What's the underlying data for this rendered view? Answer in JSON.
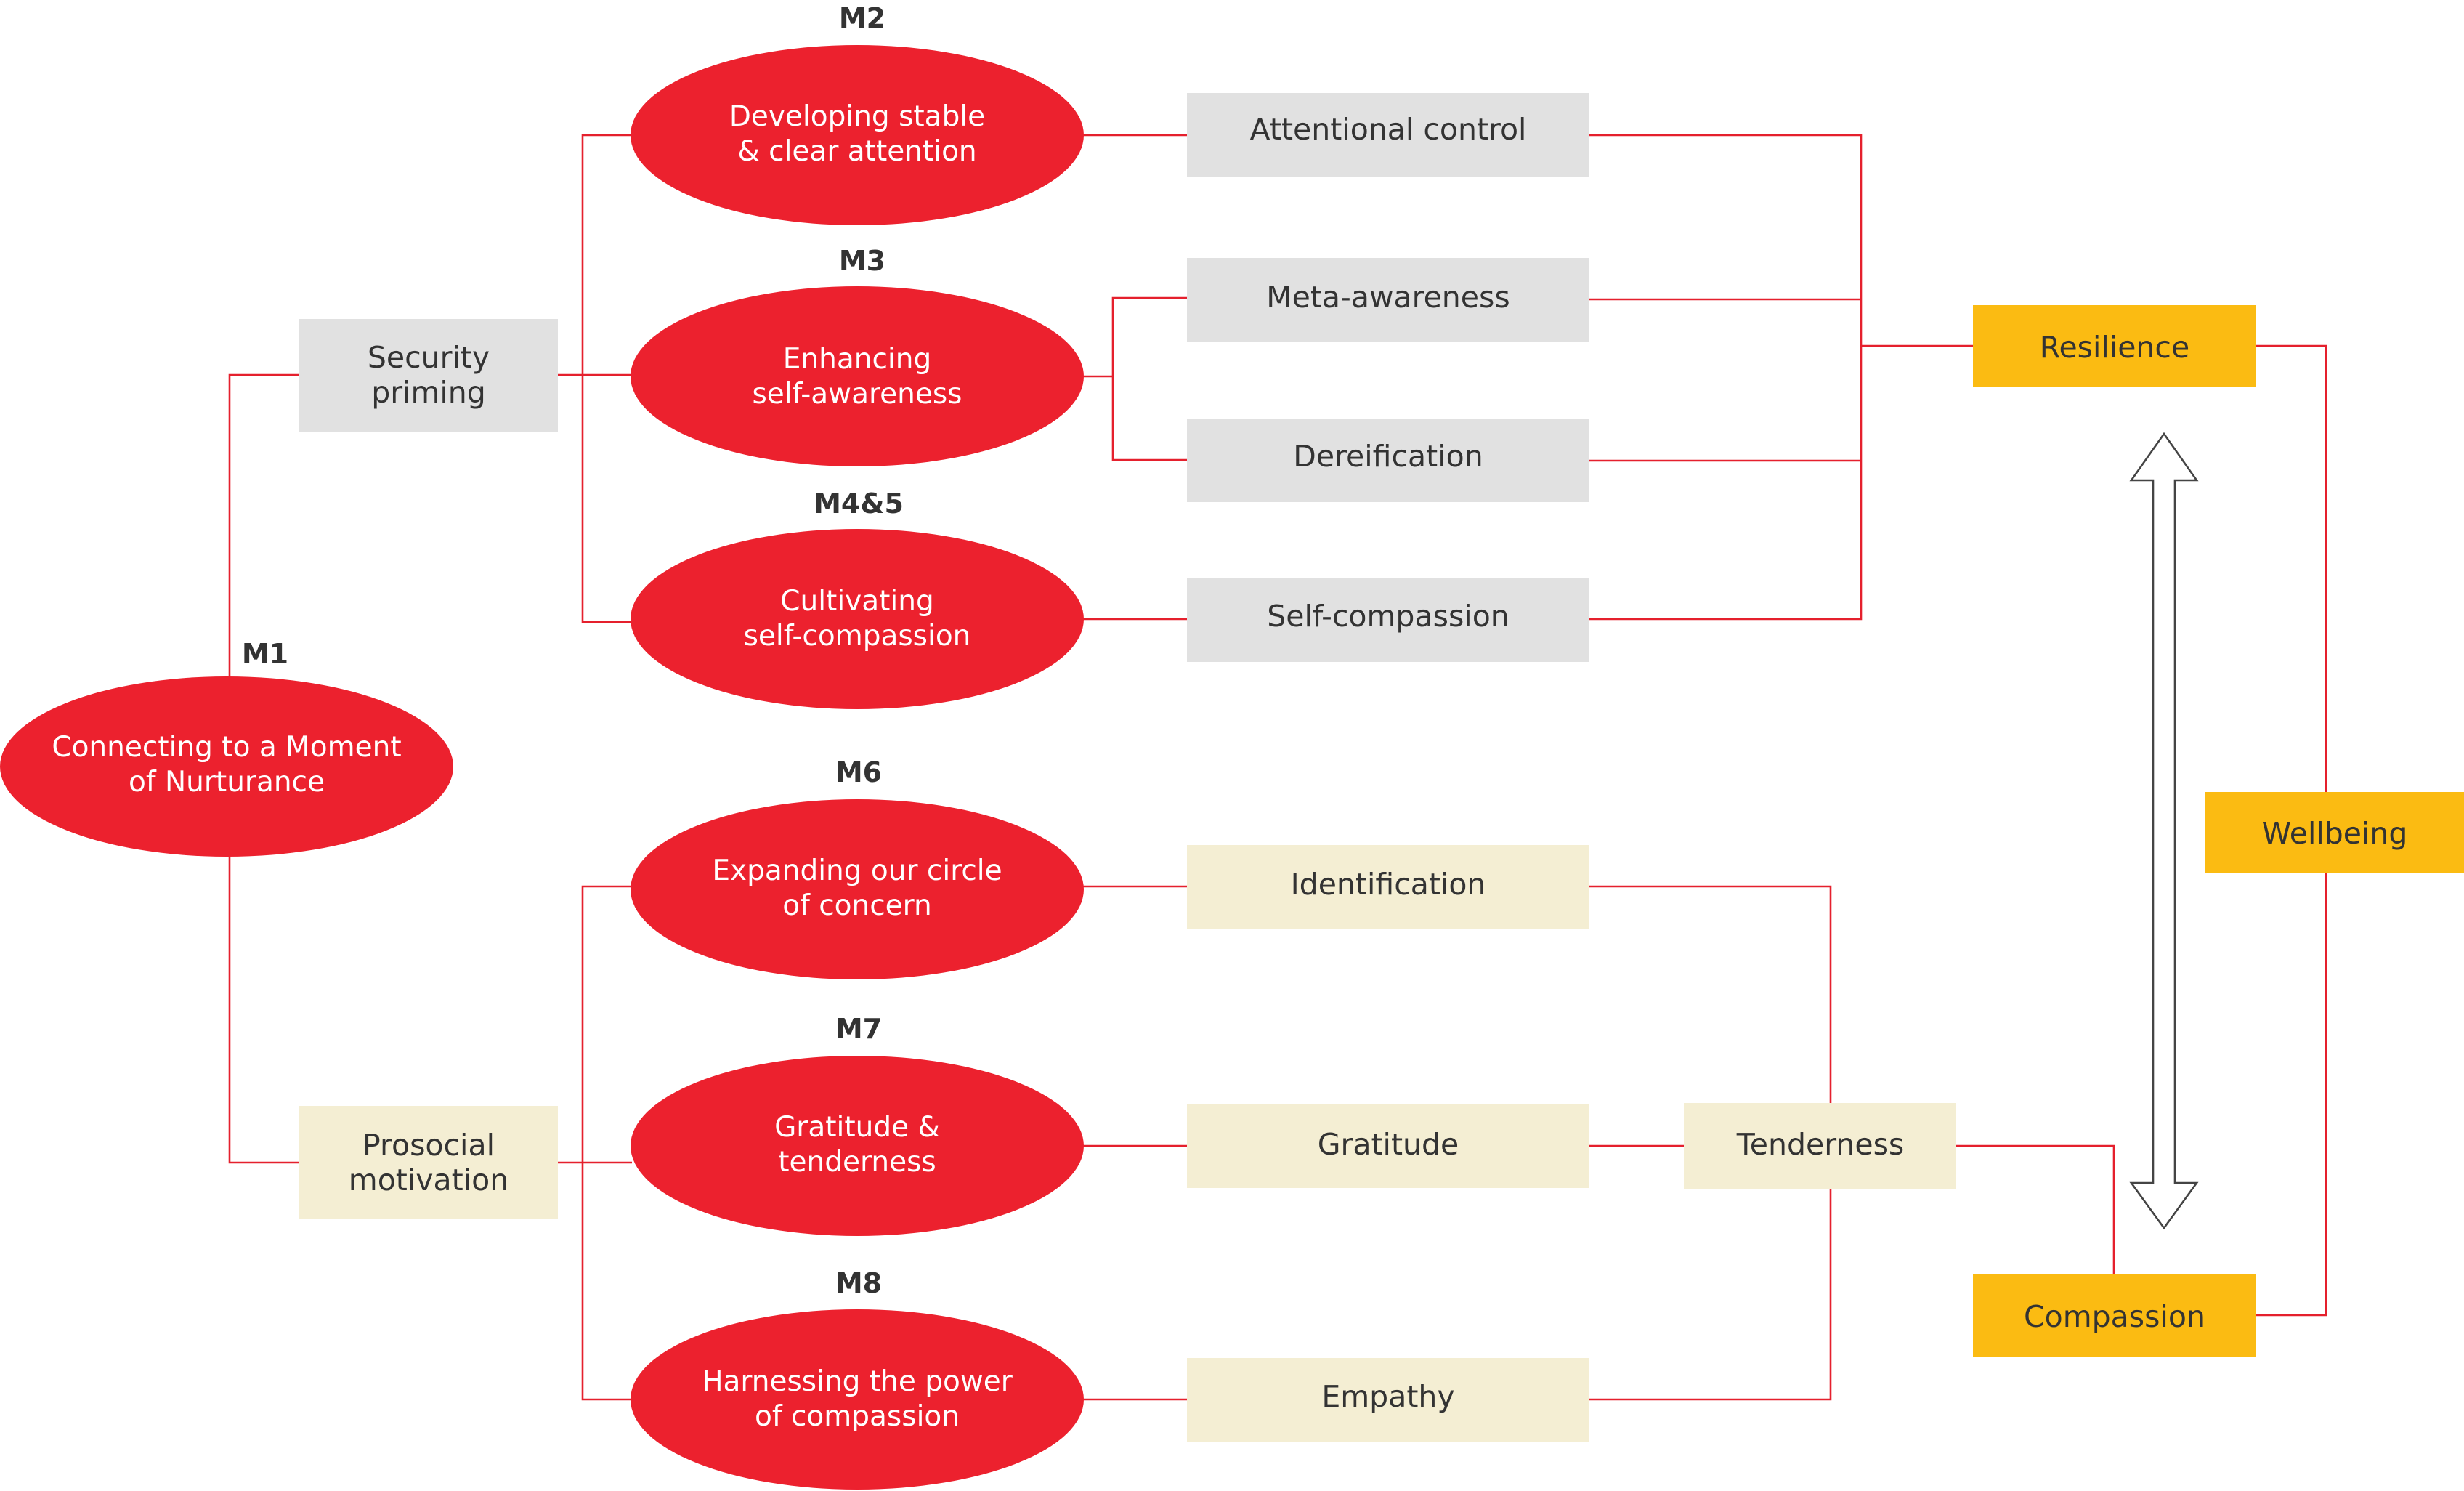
{
  "modules": {
    "m1": {
      "label": "M1",
      "lines": [
        "Connecting to a Moment",
        "of Nurturance"
      ]
    },
    "m2": {
      "label": "M2",
      "lines": [
        "Developing stable",
        "& clear attention"
      ]
    },
    "m3": {
      "label": "M3",
      "lines": [
        "Enhancing",
        "self-awareness"
      ]
    },
    "m45": {
      "label": "M4&5",
      "lines": [
        "Cultivating",
        "self-compassion"
      ]
    },
    "m6": {
      "label": "M6",
      "lines": [
        "Expanding our circle",
        "of concern"
      ]
    },
    "m7": {
      "label": "M7",
      "lines": [
        "Gratitude &",
        "tenderness"
      ]
    },
    "m8": {
      "label": "M8",
      "lines": [
        "Harnessing the power",
        "of compassion"
      ]
    }
  },
  "pathways": {
    "security_priming": [
      "Security",
      "priming"
    ],
    "prosocial_motivation": [
      "Prosocial",
      "motivation"
    ]
  },
  "skills": {
    "attentional_control": "Attentional control",
    "meta_awareness": "Meta-awareness",
    "dereification": "Dereification",
    "self_compassion": "Self-compassion",
    "identification": "Identification",
    "gratitude": "Gratitude",
    "empathy": "Empathy",
    "tenderness": "Tenderness"
  },
  "outcomes": {
    "resilience": "Resilience",
    "compassion": "Compassion",
    "wellbeing": "Wellbeing"
  },
  "colors": {
    "module_red": "#ec212e",
    "connector_red": "#e5202d",
    "grey_box": "#e1e1e1",
    "cream_box": "#f4eed3",
    "outcome_yellow": "#fbbb12",
    "text_dark": "#333333"
  }
}
